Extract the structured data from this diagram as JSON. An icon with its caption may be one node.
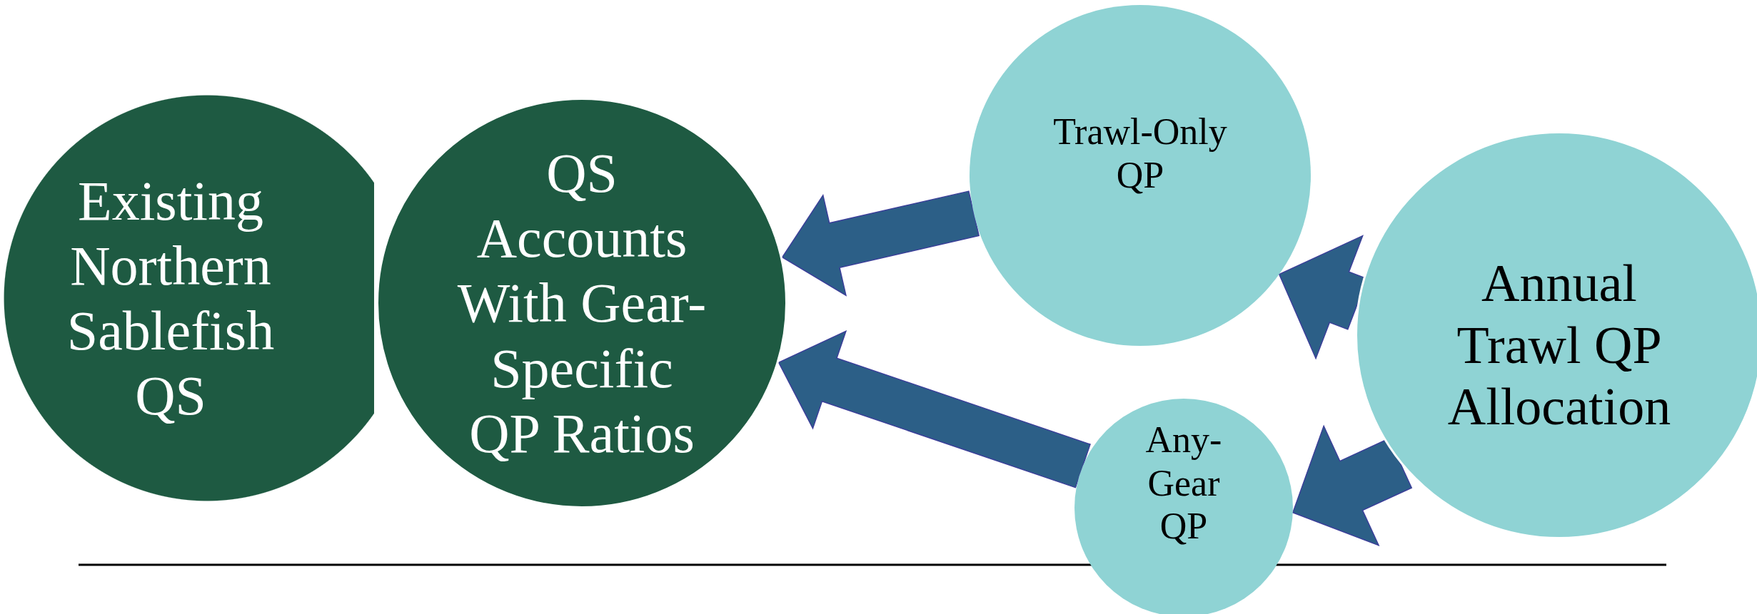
{
  "diagram": {
    "nodes": [
      {
        "text": [
          "Existing Northern Sablefish QS"
        ]
      },
      {
        "text": [
          "QS Accounts With Gear-Specific QP Ratios"
        ]
      },
      {
        "text": [
          "Trawl-Only QP"
        ]
      },
      {
        "text": [
          "Annual Trawl QP Allocation"
        ]
      },
      {
        "text": [
          "Any-Gear QP"
        ]
      }
    ],
    "edges": [
      {
        "from": 2,
        "to": 1,
        "arrow": "to"
      },
      {
        "from": 4,
        "to": 1,
        "arrow": "to"
      },
      {
        "from": 3,
        "to": 2,
        "arrow": "to"
      },
      {
        "from": 3,
        "to": 4,
        "arrow": "to"
      }
    ]
  }
}
